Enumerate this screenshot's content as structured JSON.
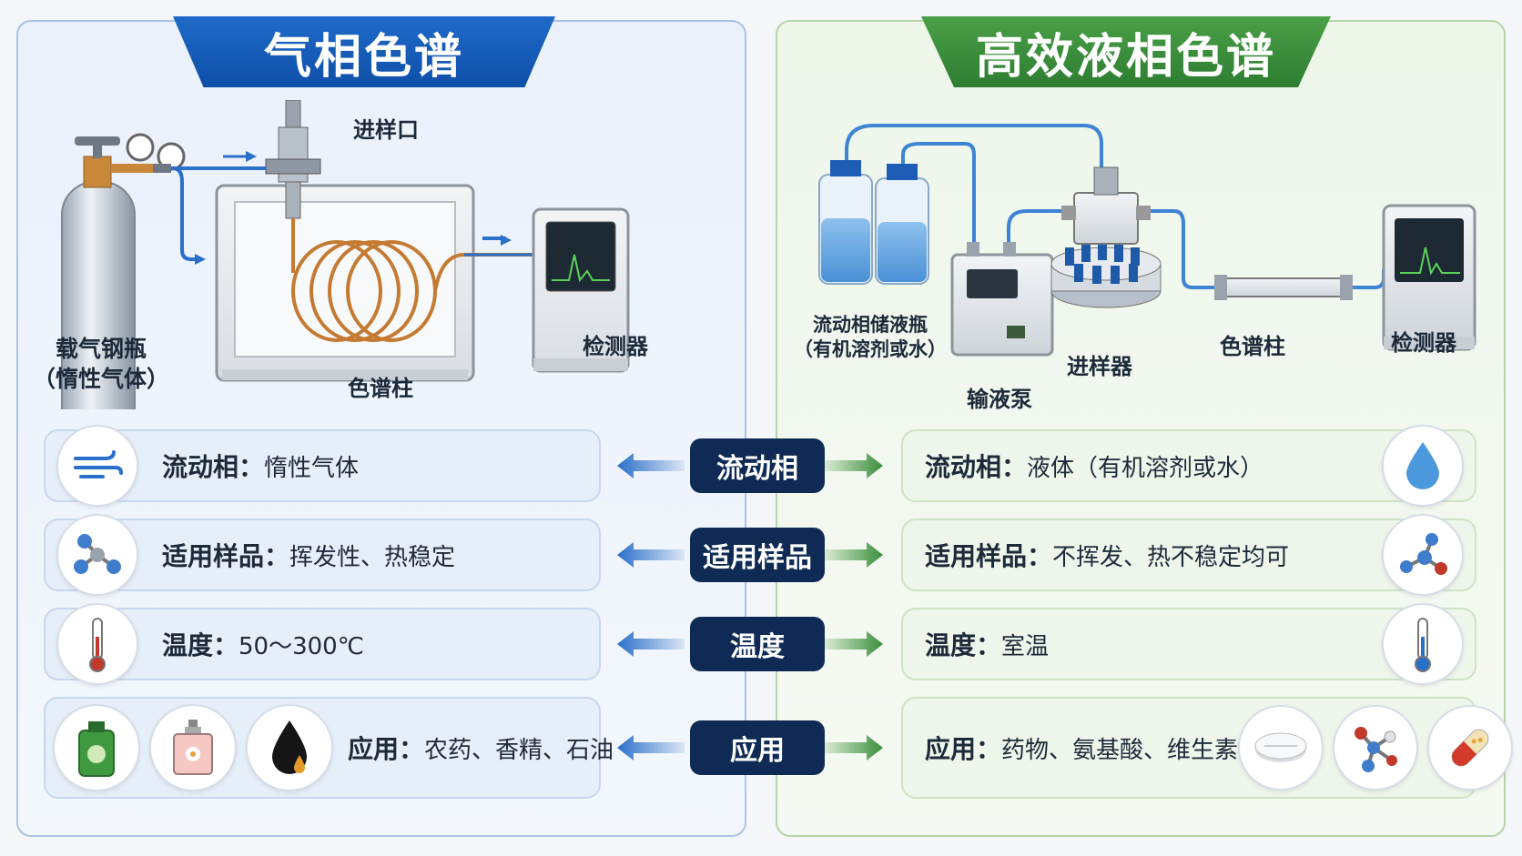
{
  "gc": {
    "title": "气相色谱",
    "labels": {
      "inlet": "进样口",
      "cylinder_line1": "载气钢瓶",
      "cylinder_line2": "（惰性气体）",
      "column": "色谱柱",
      "detector": "检测器"
    },
    "rows": [
      {
        "key": "流动相：",
        "value": "惰性气体"
      },
      {
        "key": "适用样品：",
        "value": "挥发性、热稳定"
      },
      {
        "key": "温度：",
        "value": "50～300℃"
      },
      {
        "key": "应用：",
        "value": "农药、香精、石油"
      }
    ]
  },
  "lc": {
    "title": "高效液相色谱",
    "labels": {
      "reservoir_line1": "流动相储液瓶",
      "reservoir_line2": "（有机溶剂或水）",
      "pump": "输液泵",
      "injector": "进样器",
      "column": "色谱柱",
      "detector": "检测器"
    },
    "rows": [
      {
        "key": "流动相：",
        "value": "液体（有机溶剂或水）"
      },
      {
        "key": "适用样品：",
        "value": "不挥发、热不稳定均可"
      },
      {
        "key": "温度：",
        "value": "室温"
      },
      {
        "key": "应用：",
        "value": "药物、氨基酸、维生素"
      }
    ]
  },
  "center_labels": [
    "流动相",
    "适用样品",
    "温度",
    "应用"
  ],
  "colors": {
    "gc_blue": "#1563c2",
    "lc_green": "#3a8e3c",
    "center_navy": "#0f2b55"
  }
}
